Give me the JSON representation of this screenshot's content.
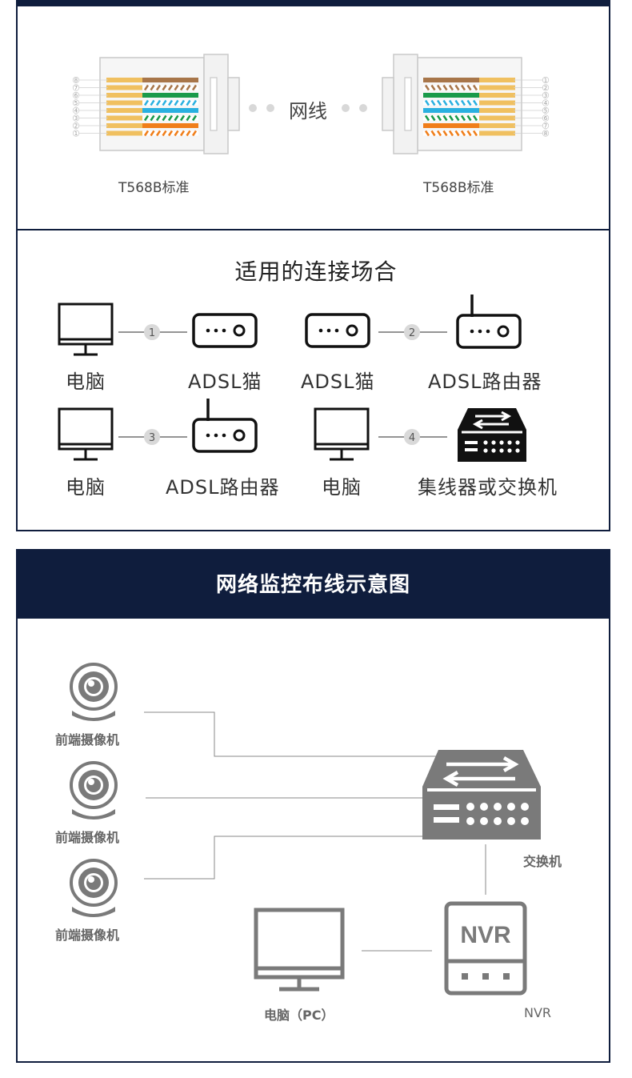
{
  "section1": {
    "cable_label": "网线",
    "left_standard": "T568B标准",
    "right_standard": "T568B标准",
    "pin_numbers_left": [
      "8",
      "7",
      "6",
      "5",
      "4",
      "3",
      "2",
      "1"
    ],
    "pin_numbers_right": [
      "1",
      "2",
      "3",
      "4",
      "5",
      "6",
      "7",
      "8"
    ]
  },
  "section2": {
    "title": "适用的连接场合",
    "connections": [
      {
        "num": "1",
        "from": "电脑",
        "to": "ADSL猫"
      },
      {
        "num": "2",
        "from": "ADSL猫",
        "to": "ADSL路由器"
      },
      {
        "num": "3",
        "from": "电脑",
        "to": "ADSL路由器"
      },
      {
        "num": "4",
        "from": "电脑",
        "to": "集线器或交换机"
      }
    ]
  },
  "section3": {
    "title": "网络监控布线示意图",
    "camera_label": "前端摄像机",
    "switch_label": "交换机",
    "pc_label": "电脑（PC）",
    "nvr_label": "NVR",
    "nvr_device_text": "NVR"
  },
  "colors": {
    "navy": "#0f1d3d",
    "gray_icon": "#7a7a7a",
    "orange": "#f07e1a",
    "green": "#1a9a4a",
    "blue": "#2ab0e0",
    "brown": "#a8764a"
  }
}
